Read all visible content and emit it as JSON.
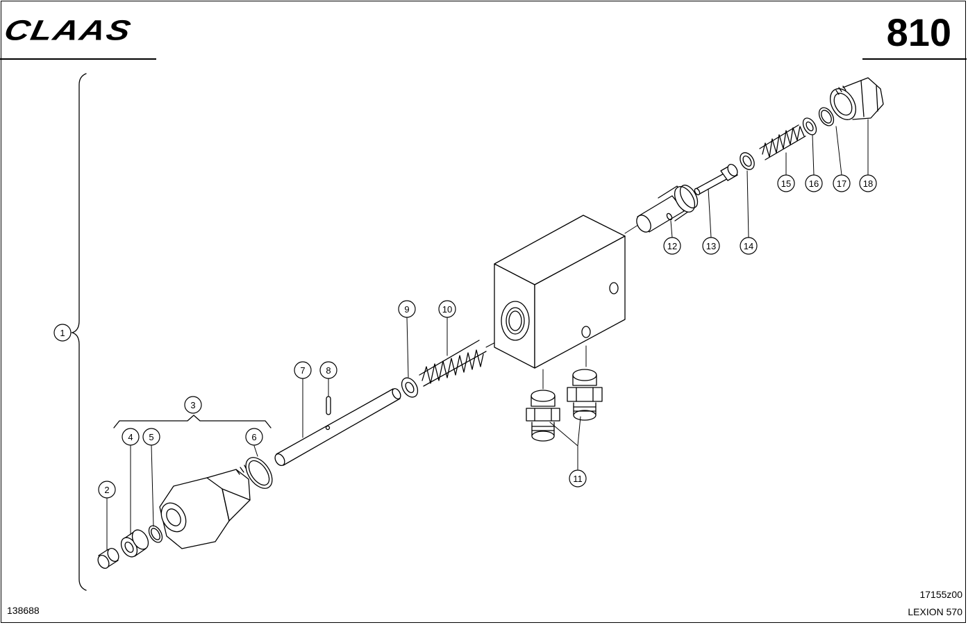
{
  "header": {
    "brand": "CLAAS",
    "page_number": "810"
  },
  "footer": {
    "left_code": "138688",
    "drawing_code": "17155z00",
    "model": "LEXION 570"
  },
  "callouts": [
    "1",
    "2",
    "3",
    "4",
    "5",
    "6",
    "7",
    "8",
    "9",
    "10",
    "11",
    "12",
    "13",
    "14",
    "15",
    "16",
    "17",
    "18"
  ],
  "icons": [
    "brand-logo",
    "valve-block",
    "spring",
    "o-ring",
    "fitting",
    "plug",
    "nut",
    "pin",
    "shaft"
  ]
}
